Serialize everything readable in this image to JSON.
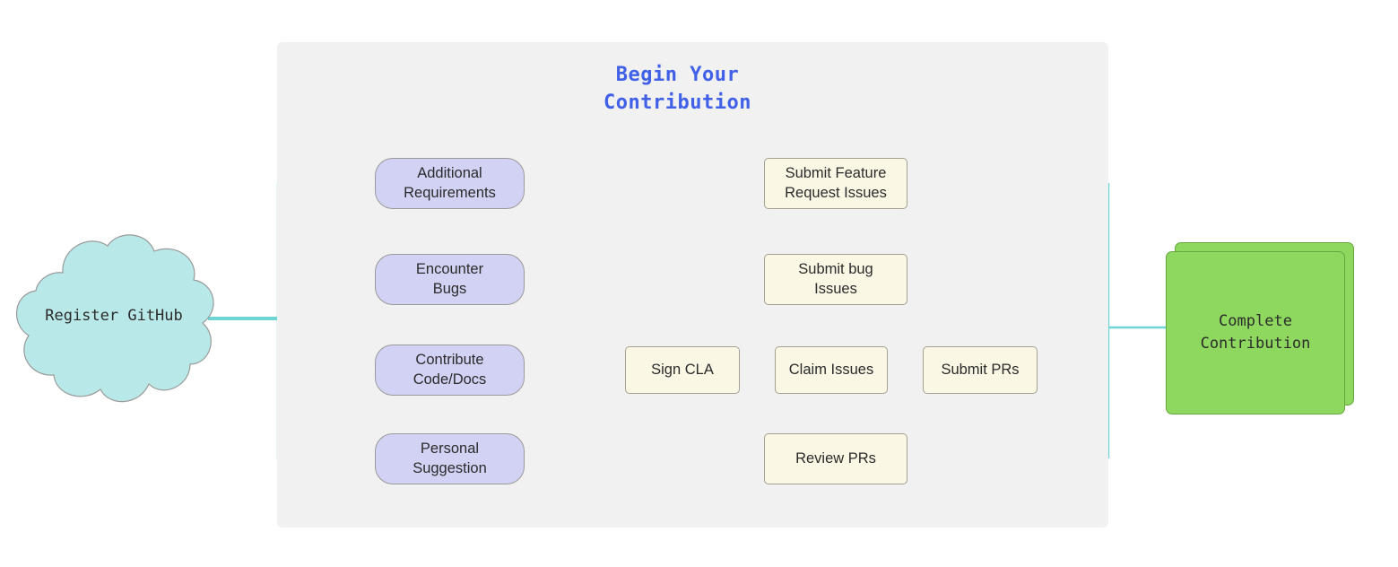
{
  "diagram": {
    "type": "mindmap-flowchart",
    "background_color": "#ffffff",
    "panel": {
      "title": "Begin Your\nContribution",
      "title_color": "#4060e8",
      "fill_color": "#f1f1f1"
    },
    "colors": {
      "connector_teal": "#6ed4d4",
      "connector_dark": "#4a4a4a",
      "cloud_fill": "#b8e8e8",
      "purple_fill": "#d2d2f5",
      "cream_fill": "#faf7e4",
      "green_fill": "#8ed85f",
      "node_border": "#999999",
      "text_color": "#2b2b2b"
    },
    "start_node": {
      "label": "Register GitHub",
      "shape": "cloud"
    },
    "end_node": {
      "label": "Complete\nContribution",
      "shape": "stacked-rectangle"
    },
    "branches": [
      {
        "trigger": "Additional\nRequirements",
        "steps": [
          "Submit Feature\nRequest Issues"
        ]
      },
      {
        "trigger": "Encounter\nBugs",
        "steps": [
          "Submit bug\nIssues"
        ]
      },
      {
        "trigger": "Contribute\nCode/Docs",
        "steps": [
          "Sign CLA",
          "Claim Issues",
          "Submit PRs"
        ]
      },
      {
        "trigger": "Personal\nSuggestion",
        "steps": [
          "Review PRs"
        ]
      }
    ]
  }
}
